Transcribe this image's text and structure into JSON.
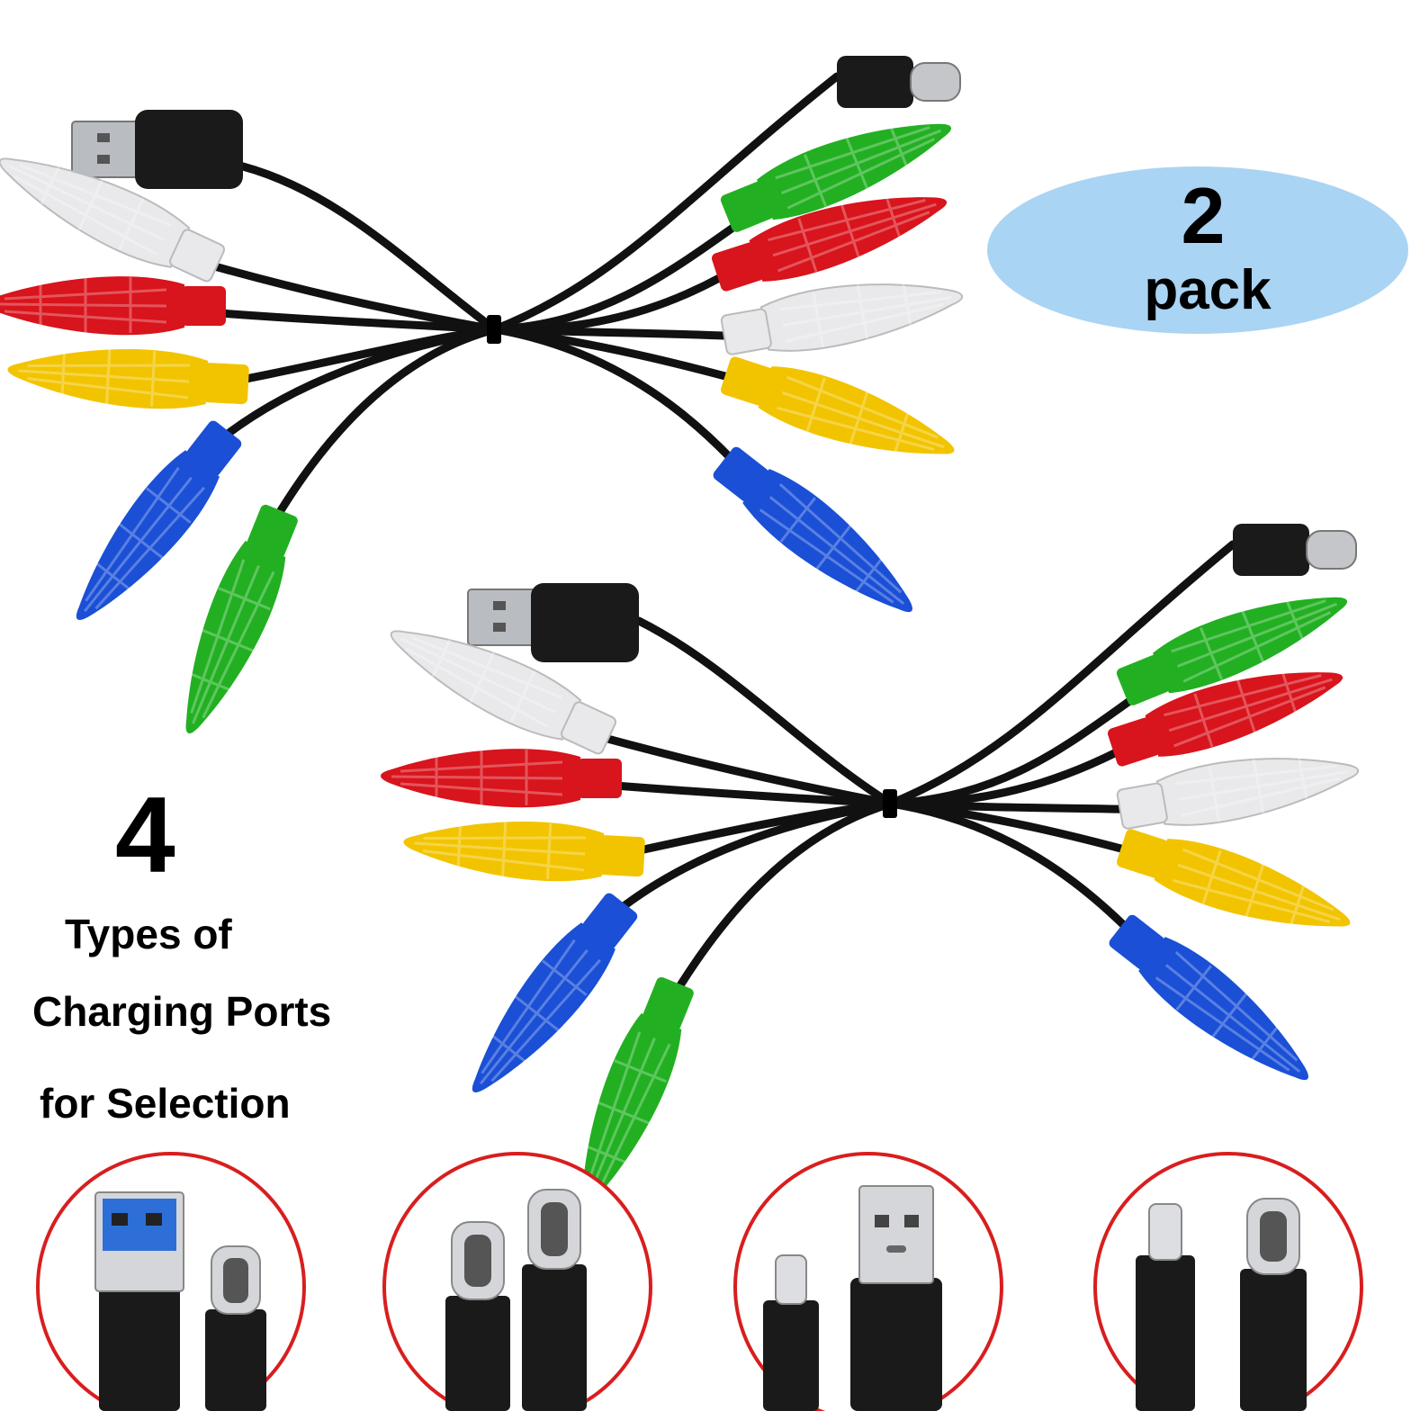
{
  "badge": {
    "number": "2",
    "label": "pack"
  },
  "headline": {
    "number": "4",
    "line1": "Types of",
    "line2": "Charging Ports",
    "line3": "for Selection"
  },
  "colors": {
    "badge_fill": "#aad4f3",
    "circle_outline": "#d81e1e",
    "cable": "#111111",
    "bulbs": {
      "white": "#e9e9ec",
      "red": "#d8141c",
      "yellow": "#f2c400",
      "blue": "#1a4fd6",
      "green": "#22b022"
    }
  },
  "cables": [
    {
      "name": "top cable",
      "connectors": [
        "usb-a",
        "usb-c"
      ]
    },
    {
      "name": "bottom cable",
      "connectors": [
        "usb-a",
        "usb-c"
      ]
    }
  ],
  "port_types": [
    {
      "pair": [
        "usb-a-3.0",
        "usb-c"
      ]
    },
    {
      "pair": [
        "usb-c",
        "usb-c"
      ]
    },
    {
      "pair": [
        "lightning",
        "usb-a"
      ]
    },
    {
      "pair": [
        "lightning",
        "usb-c"
      ]
    }
  ]
}
